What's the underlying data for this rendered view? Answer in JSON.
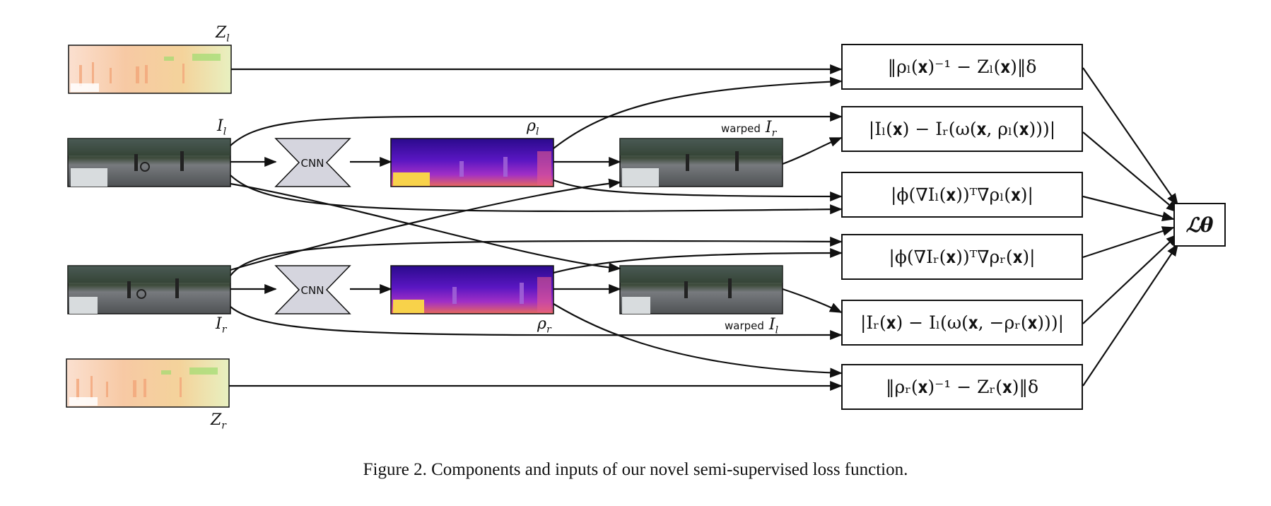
{
  "labels": {
    "z_l": "Z_l",
    "i_l": "I_l",
    "i_r": "I_r",
    "z_r": "Z_r",
    "rho_l": "ρ_l",
    "rho_r": "ρ_r",
    "warped_i_r_word": "warped",
    "warped_i_r_sym": "I_r",
    "warped_i_l_word": "warped",
    "warped_i_l_sym": "I_l",
    "cnn_top": "CNN",
    "cnn_bottom": "CNN"
  },
  "loss_terms": [
    "‖ρₗ(𝐱)⁻¹ − Zₗ(𝐱)‖δ",
    "|Iₗ(𝐱) − Iᵣ(ω(𝐱, ρₗ(𝐱)))|",
    "|ϕ(∇Iₗ(𝐱))ᵀ∇ρₗ(𝐱)|",
    "|ϕ(∇Iᵣ(𝐱))ᵀ∇ρᵣ(𝐱)|",
    "|Iᵣ(𝐱) − Iₗ(ω(𝐱, −ρᵣ(𝐱)))|",
    "‖ρᵣ(𝐱)⁻¹ − Zᵣ(𝐱)‖δ"
  ],
  "total_loss": "ℒθ",
  "caption": "Figure 2. Components and inputs of our novel semi-supervised loss function.",
  "colors": {
    "stroke": "#111111",
    "cnn_fill": "#d5d5de",
    "disparity_dark": "#2a0a8c",
    "disparity_mid": "#7a22d8",
    "disparity_bright": "#f07e3a",
    "disparity_yellow": "#f8e04a",
    "lidar_orange": "#f7b48a",
    "lidar_green": "#9fdc6f"
  }
}
